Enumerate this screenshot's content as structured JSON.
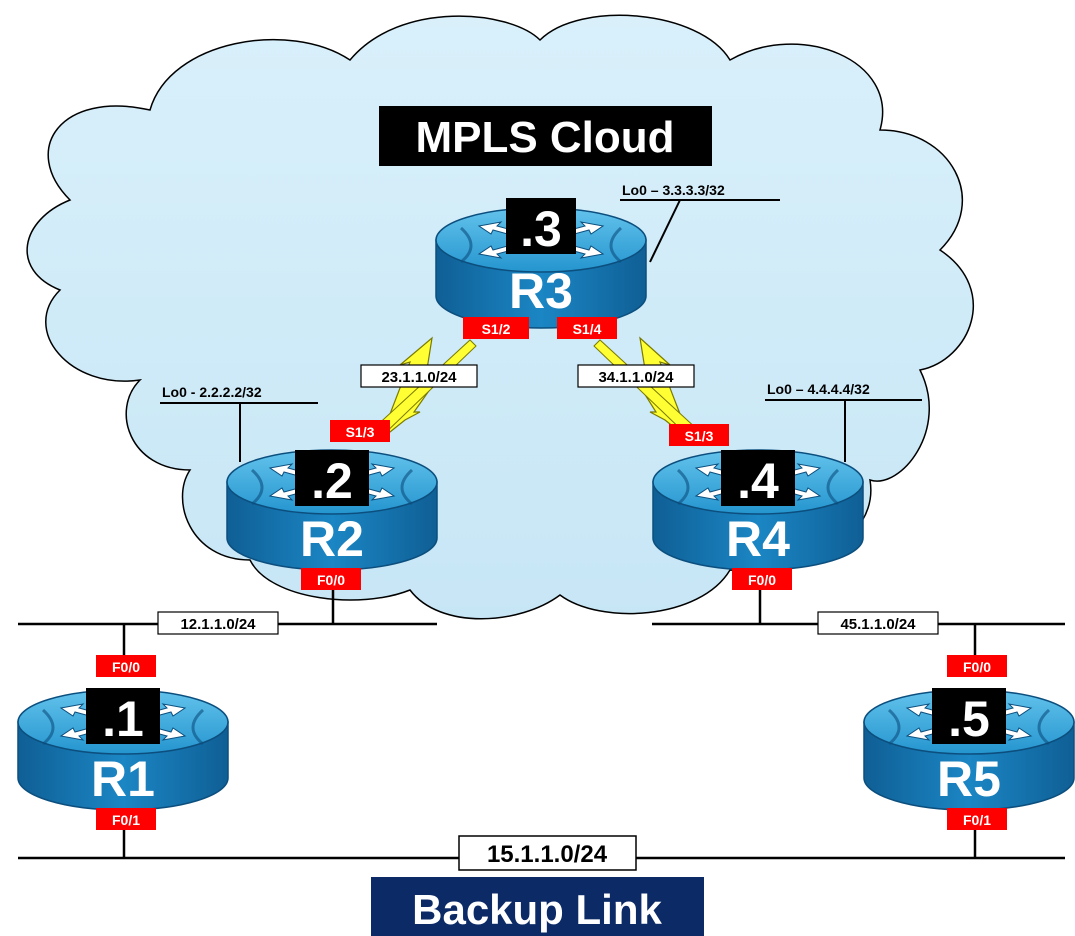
{
  "title": "MPLS Cloud",
  "footer": "Backup Link",
  "colors": {
    "cloud_fill": "#cfeaf7",
    "port_label_bg": "#ff0000",
    "router_top": "#2aa3dc",
    "router_body": "#1679b5",
    "serial_link": "#ffff33",
    "backup_bg": "#0b2a66"
  },
  "routers": {
    "r1": {
      "name": "R1",
      "id": ".1"
    },
    "r2": {
      "name": "R2",
      "id": ".2"
    },
    "r3": {
      "name": "R3",
      "id": ".3"
    },
    "r4": {
      "name": "R4",
      "id": ".4"
    },
    "r5": {
      "name": "R5",
      "id": ".5"
    }
  },
  "loopbacks": {
    "r2": "Lo0 - 2.2.2.2/32",
    "r3": "Lo0 – 3.3.3.3/32",
    "r4": "Lo0 – 4.4.4.4/32"
  },
  "subnets": {
    "r2_r3": "23.1.1.0/24",
    "r3_r4": "34.1.1.0/24",
    "r1_r2": "12.1.1.0/24",
    "r4_r5": "45.1.1.0/24",
    "r1_r5": "15.1.1.0/24"
  },
  "ports": {
    "r3_s12": "S1/2",
    "r3_s14": "S1/4",
    "r2_s13": "S1/3",
    "r4_s13": "S1/3",
    "r2_f00": "F0/0",
    "r4_f00": "F0/0",
    "r1_f00": "F0/0",
    "r1_f01": "F0/1",
    "r5_f00": "F0/0",
    "r5_f01": "F0/1"
  }
}
